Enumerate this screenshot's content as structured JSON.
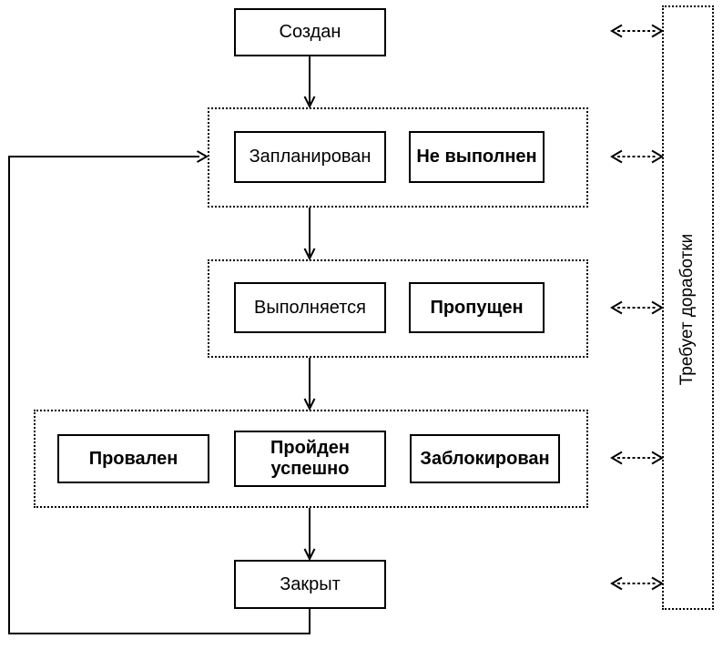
{
  "diagram": {
    "background": "#ffffff",
    "line_color": "#000000",
    "states": {
      "created": "Создан",
      "planned": "Запланирован",
      "not_executed": "Не выполнен",
      "executing": "Выполняется",
      "skipped": "Пропущен",
      "failed": "Провален",
      "passed": "Пройден успешно",
      "blocked": "Заблокирован",
      "closed": "Закрыт"
    },
    "side_panel": {
      "label": "Требует доработки"
    }
  }
}
